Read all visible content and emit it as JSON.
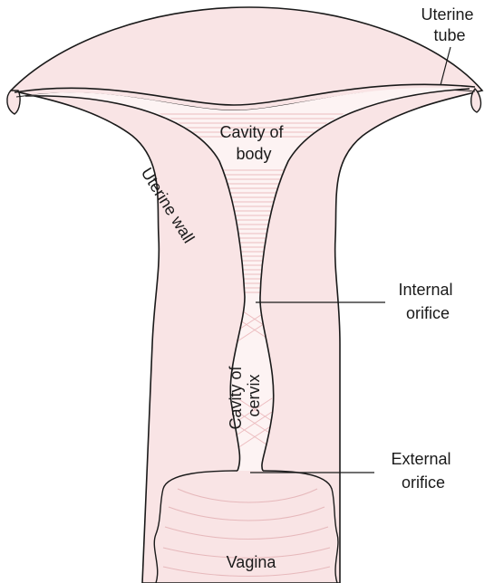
{
  "labels": {
    "uterine_tube": [
      "Uterine",
      "tube"
    ],
    "cavity_of_body": [
      "Cavity of",
      "body"
    ],
    "uterine_wall": "Uterine wall",
    "internal_orifice": [
      "Internal",
      "orifice"
    ],
    "cavity_of_cervix": [
      "Cavity of",
      "cervix"
    ],
    "external_orifice": [
      "External",
      "orifice"
    ],
    "vagina": "Vagina"
  },
  "colors": {
    "tissue": "#f9e4e5",
    "cavity": "#fdf3f3",
    "cavity_lines": "#ecbcbf",
    "outline": "#1a1a1a"
  }
}
